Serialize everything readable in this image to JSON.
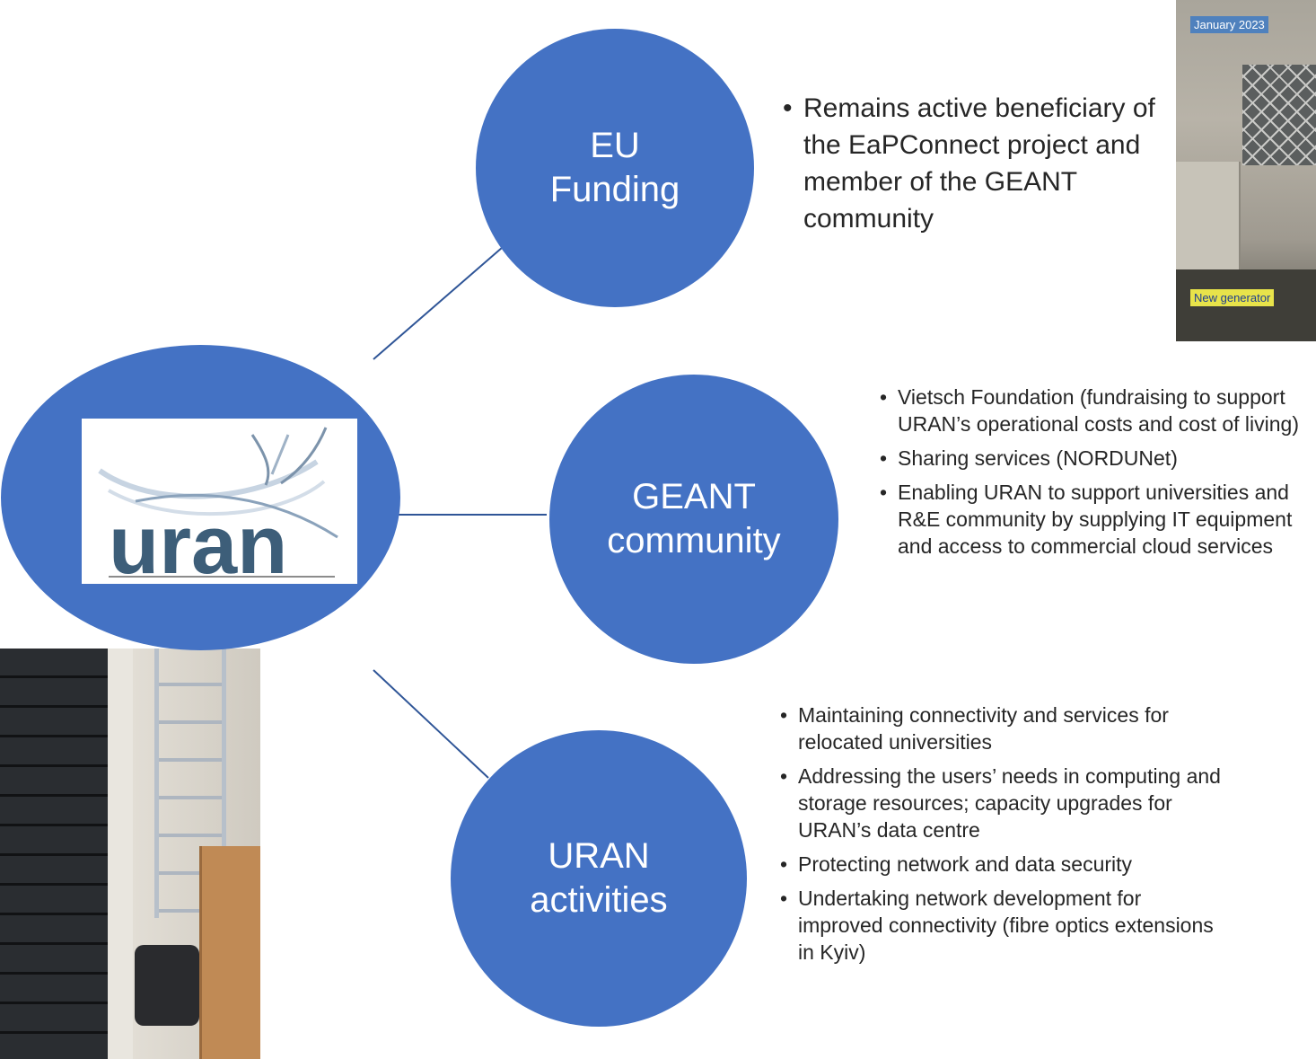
{
  "hub": {
    "logo_text": "uran"
  },
  "nodes": [
    {
      "label": "EU\nFunding"
    },
    {
      "label": "GEANT\ncommunity"
    },
    {
      "label": "URAN\nactivities"
    }
  ],
  "eu_bullets": [
    "Remains active beneficiary of the EaPConnect project and member of the GEANT community"
  ],
  "geant_bullets": [
    "Vietsch Foundation (fundraising to support URAN’s operational costs and cost of living)",
    "Sharing services (NORDUNet)",
    "Enabling URAN to support universities and R&E community by supplying IT equipment and access to commercial cloud services"
  ],
  "uran_bullets": [
    "Maintaining connectivity and services for relocated universities",
    "Addressing the users’ needs in computing and storage resources; capacity upgrades for URAN’s data centre",
    "Protecting network and data security",
    "Undertaking network development for improved connectivity (fibre optics extensions in Kyiv)"
  ],
  "generator_photo": {
    "date_tag": "January  2023",
    "caption_tag": "New generator"
  },
  "colors": {
    "circle_fill": "#4472c4",
    "connector": "#2f5597",
    "logo_blue": "#3d5e79"
  }
}
